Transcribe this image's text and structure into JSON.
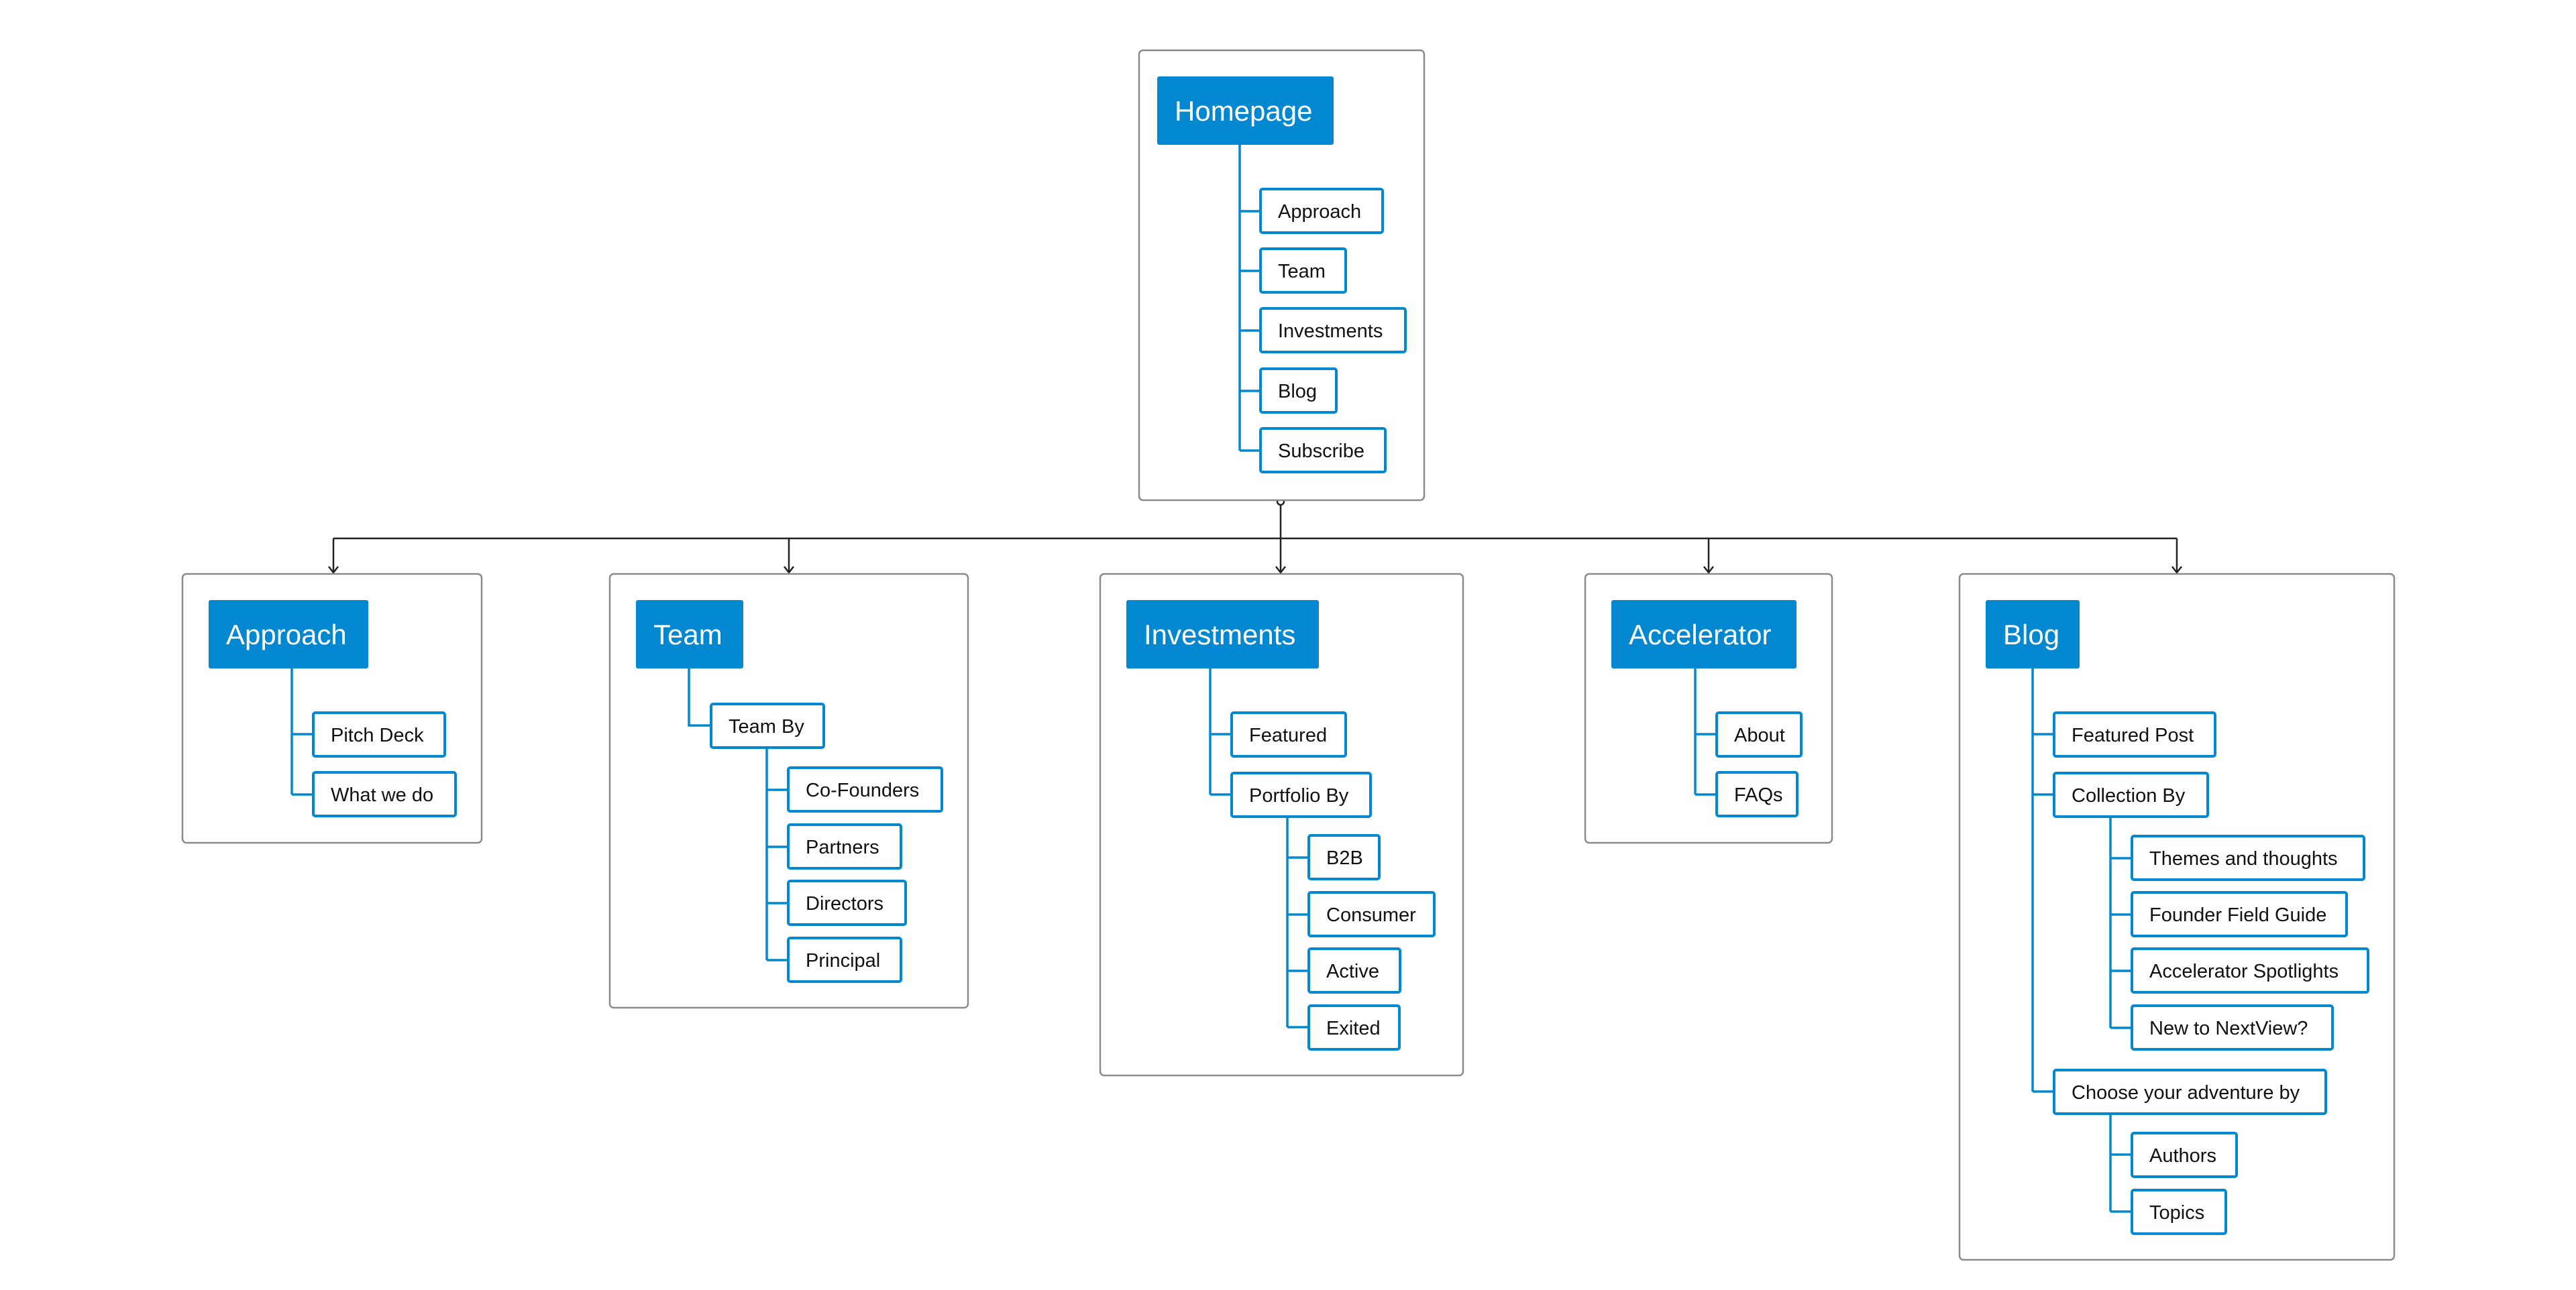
{
  "colors": {
    "accent": "#0288d1",
    "panel_border": "#8a8a8a",
    "connector": "#222222",
    "text": "#111111",
    "background": "#ffffff"
  },
  "nodes": {
    "homepage": "Homepage",
    "homepage_approach": "Approach",
    "homepage_team": "Team",
    "homepage_investments": "Investments",
    "homepage_blog": "Blog",
    "homepage_subscribe": "Subscribe",
    "approach": "Approach",
    "approach_pitch_deck": "Pitch Deck",
    "approach_what_we_do": "What we do",
    "team": "Team",
    "team_team_by": "Team By",
    "team_cofounders": "Co-Founders",
    "team_partners": "Partners",
    "team_directors": "Directors",
    "team_principal": "Principal",
    "investments": "Investments",
    "investments_featured": "Featured",
    "investments_portfolio_by": "Portfolio By",
    "investments_b2b": "B2B",
    "investments_consumer": "Consumer",
    "investments_active": "Active",
    "investments_exited": "Exited",
    "accelerator": "Accelerator",
    "accelerator_about": "About",
    "accelerator_faqs": "FAQs",
    "blog": "Blog",
    "blog_featured_post": "Featured Post",
    "blog_collection_by": "Collection By",
    "blog_themes": "Themes and thoughts",
    "blog_founder_guide": "Founder Field Guide",
    "blog_accelerator_spotlights": "Accelerator Spotlights",
    "blog_new_to_nextview": "New to NextView?",
    "blog_choose_adventure": "Choose your adventure by",
    "blog_authors": "Authors",
    "blog_topics": "Topics"
  }
}
